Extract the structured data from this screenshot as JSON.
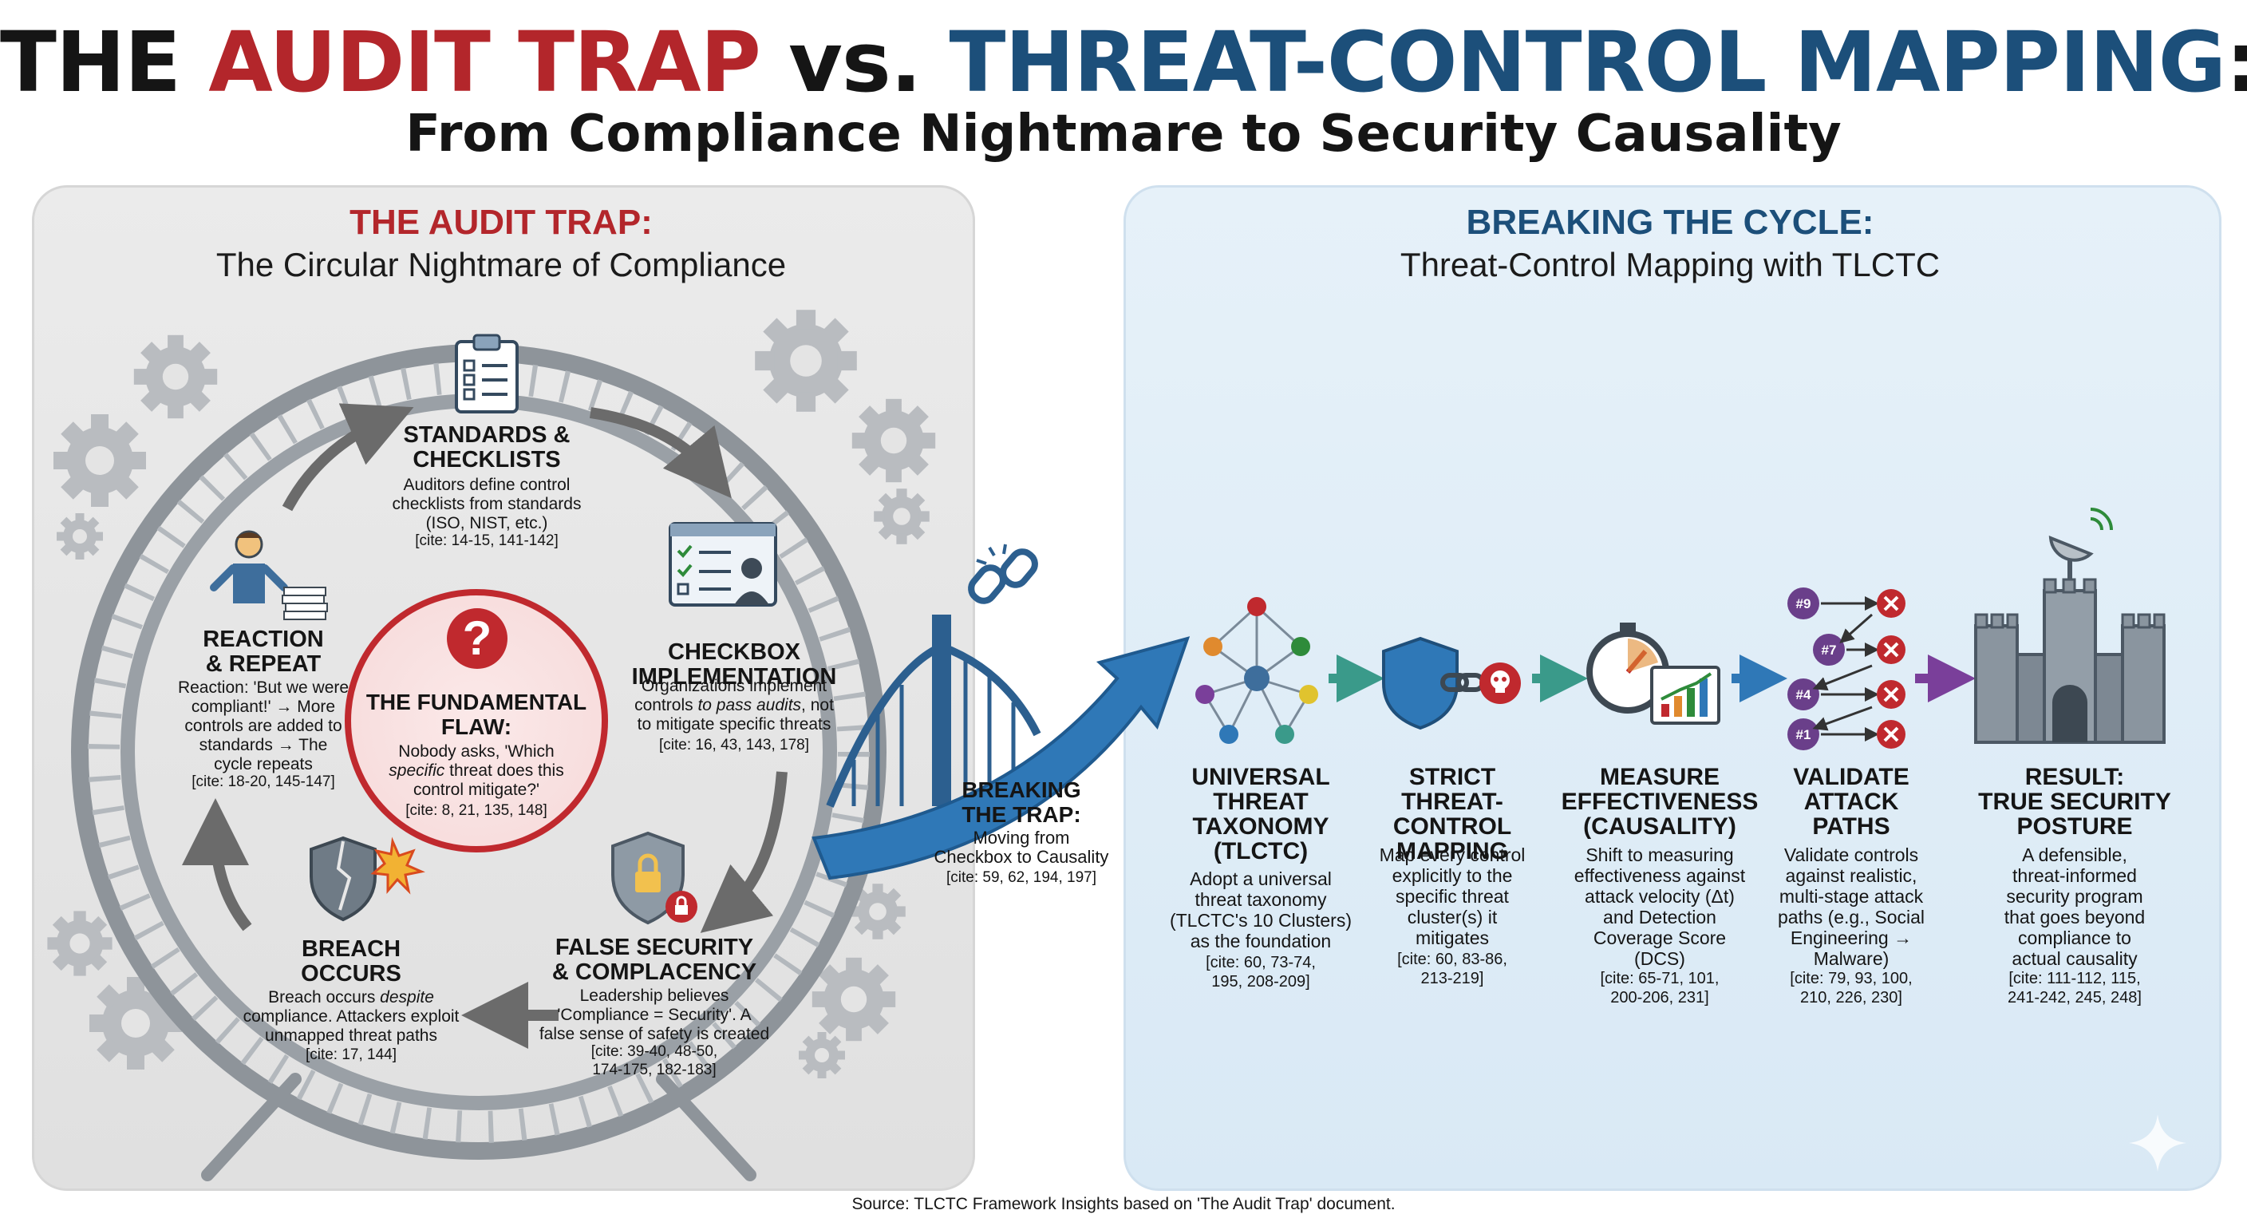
{
  "title": {
    "part1": "THE ",
    "part2": "AUDIT TRAP",
    "part3": " vs. ",
    "part4": "THREAT-CONTROL MAPPING",
    "part5": ":"
  },
  "subtitle": "From Compliance Nightmare to Security Causality",
  "colors": {
    "red": "#b3262b",
    "blue": "#1c4f7a",
    "arrow_blue": "#2f78b7",
    "teal_arrow": "#3a9a8a",
    "purple_arrow": "#7a3f9a"
  },
  "left": {
    "heading": "THE AUDIT TRAP:",
    "subheading": "The Circular Nightmare of Compliance",
    "standards": {
      "label": "STANDARDS &\nCHECKLISTS",
      "text": "Auditors define control\nchecklists from standards\n(ISO, NIST, etc.)",
      "cite": "[cite: 14-15, 141-142]"
    },
    "checkbox": {
      "label": "CHECKBOX\nIMPLEMENTATION",
      "text1": "Organizations implement",
      "text2a": "controls ",
      "text2b": "to pass audits",
      "text2c": ", not",
      "text3": "to mitigate specific threats",
      "cite": "[cite: 16, 43, 143, 178]"
    },
    "false_security": {
      "label": "FALSE SECURITY\n& COMPLACENCY",
      "text": "Leadership believes\n'Compliance = Security'. A\nfalse sense of safety is created",
      "cite": "[cite: 39-40, 48-50,\n174-175, 182-183]"
    },
    "breach": {
      "label": "BREACH\nOCCURS",
      "text1a": "Breach occurs ",
      "text1b": "despite",
      "text2": "compliance. Attackers exploit\nunmapped threat paths",
      "cite": "[cite: 17, 144]"
    },
    "reaction": {
      "label": "REACTION\n& REPEAT",
      "text": "Reaction: 'But we were\ncompliant!' → More\ncontrols are added to\nstandards → The\ncycle repeats",
      "cite": "[cite: 18-20, 145-147]"
    },
    "flaw": {
      "symbol": "?",
      "label": "THE FUNDAMENTAL\nFLAW:",
      "text1": "Nobody asks, 'Which",
      "text2a": "specific",
      "text2b": " threat does this",
      "text3": "control mitigate?'",
      "cite": "[cite: 8, 21, 135, 148]"
    }
  },
  "bridge": {
    "label": "BREAKING\nTHE TRAP:",
    "text": "Moving from\nCheckbox to Causality",
    "cite": "[cite: 59, 62, 194, 197]"
  },
  "right": {
    "heading": "BREAKING THE CYCLE:",
    "subheading": "Threat-Control Mapping with TLCTC",
    "steps": [
      {
        "label": "UNIVERSAL\nTHREAT\nTAXONOMY\n(TLCTC)",
        "text": "Adopt a universal\nthreat taxonomy\n(TLCTC's 10 Clusters)\nas the foundation",
        "cite": "[cite: 60, 73-74,\n195, 208-209]"
      },
      {
        "label": "STRICT\nTHREAT-CONTROL\nMAPPING",
        "text": "Map every control\nexplicitly to the\nspecific threat\ncluster(s) it\nmitigates",
        "cite": "[cite: 60, 83-86,\n213-219]"
      },
      {
        "label": "MEASURE\nEFFECTIVENESS\n(CAUSALITY)",
        "text": "Shift to measuring\neffectiveness against\nattack velocity (Δt)\nand Detection\nCoverage Score\n(DCS)",
        "cite": "[cite: 65-71, 101,\n200-206, 231]"
      },
      {
        "label": "VALIDATE\nATTACK\nPATHS",
        "text": "Validate controls\nagainst realistic,\nmulti-stage attack\npaths (e.g., Social\nEngineering →\nMalware)",
        "cite": "[cite: 79, 93, 100,\n210, 226, 230]"
      },
      {
        "label": "RESULT:\nTRUE SECURITY\nPOSTURE",
        "text": "A defensible,\nthreat-informed\nsecurity program\nthat goes beyond\ncompliance to\nactual causality",
        "cite": "[cite: 111-112, 115,\n241-242, 245, 248]"
      }
    ],
    "attack_path_badges": [
      "#9",
      "#7",
      "#4",
      "#1"
    ]
  },
  "source": "Source: TLCTC Framework Insights based on 'The Audit Trap' document."
}
